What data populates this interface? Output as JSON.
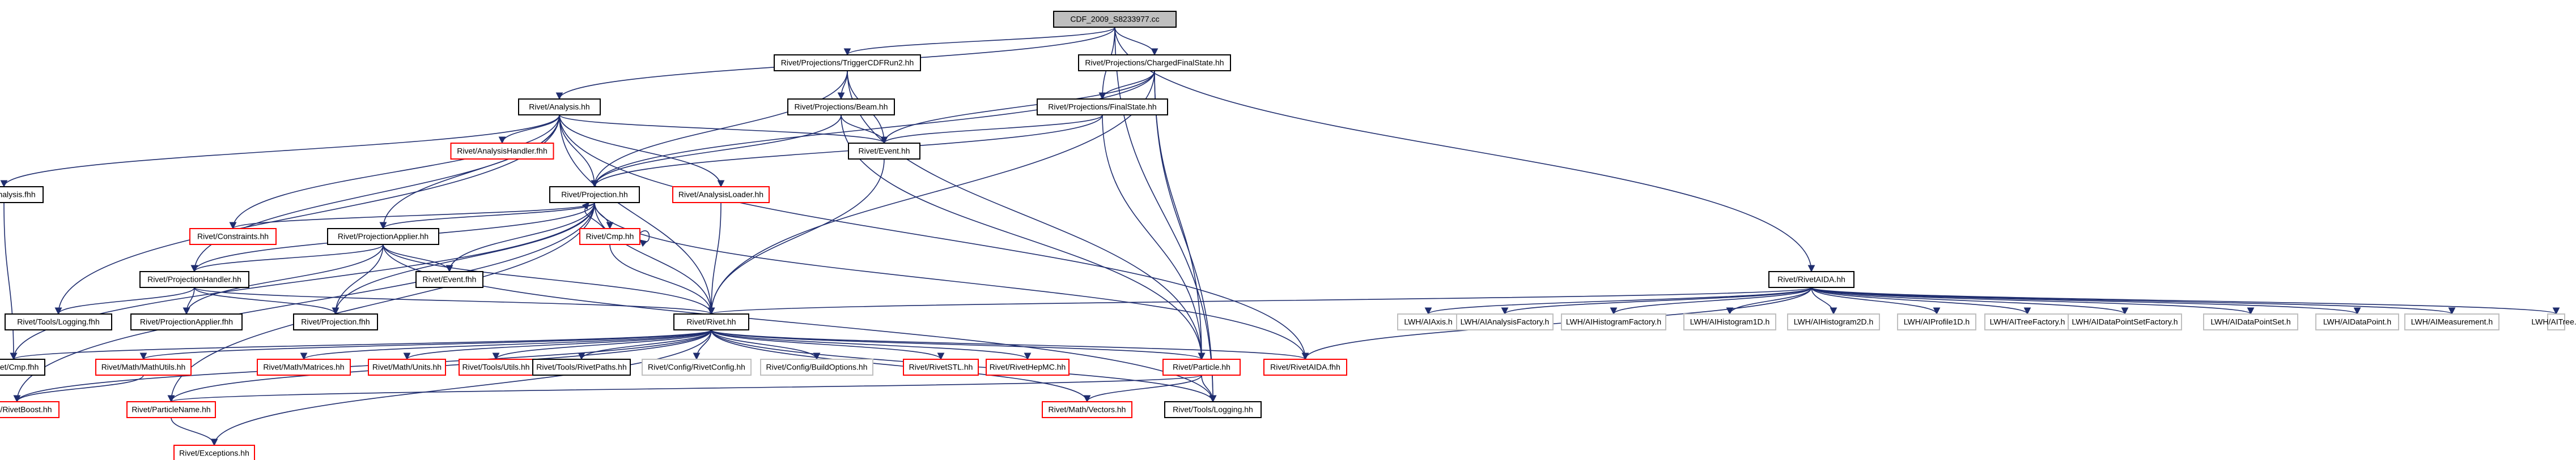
{
  "colors": {
    "root_fill": "#bfbfbf",
    "border_black": "#000000",
    "border_red": "#ff0000",
    "border_grey": "#bfbfbf",
    "edge": "#1f2d6e"
  },
  "nodes": [
    {
      "id": "root",
      "label": "CDF_2009_S8233977.cc",
      "style": "root"
    },
    {
      "id": "trigger",
      "label": "Rivet/Projections/TriggerCDFRun2.hh",
      "style": "black"
    },
    {
      "id": "cfs",
      "label": "Rivet/Projections/ChargedFinalState.hh",
      "style": "black"
    },
    {
      "id": "analysis",
      "label": "Rivet/Analysis.hh",
      "style": "black"
    },
    {
      "id": "beam",
      "label": "Rivet/Projections/Beam.hh",
      "style": "black"
    },
    {
      "id": "fs",
      "label": "Rivet/Projections/FinalState.hh",
      "style": "black"
    },
    {
      "id": "analysisfhh",
      "label": "Rivet/Analysis.fhh",
      "style": "black"
    },
    {
      "id": "handlerfhh",
      "label": "Rivet/AnalysisHandler.fhh",
      "style": "red"
    },
    {
      "id": "event",
      "label": "Rivet/Event.hh",
      "style": "black"
    },
    {
      "id": "projection",
      "label": "Rivet/Projection.hh",
      "style": "black"
    },
    {
      "id": "loader",
      "label": "Rivet/AnalysisLoader.hh",
      "style": "red"
    },
    {
      "id": "constraints",
      "label": "Rivet/Constraints.hh",
      "style": "red"
    },
    {
      "id": "projapplier",
      "label": "Rivet/ProjectionApplier.hh",
      "style": "black"
    },
    {
      "id": "cmp",
      "label": "Rivet/Cmp.hh",
      "style": "red"
    },
    {
      "id": "projhandler",
      "label": "Rivet/ProjectionHandler.hh",
      "style": "black"
    },
    {
      "id": "eventfhh",
      "label": "Rivet/Event.fhh",
      "style": "black"
    },
    {
      "id": "toolslogfhh",
      "label": "Rivet/Tools/Logging.fhh",
      "style": "black"
    },
    {
      "id": "projapplierfhh",
      "label": "Rivet/ProjectionApplier.fhh",
      "style": "black"
    },
    {
      "id": "projfhh",
      "label": "Rivet/Projection.fhh",
      "style": "black"
    },
    {
      "id": "rivethh",
      "label": "Rivet/Rivet.hh",
      "style": "black"
    },
    {
      "id": "rivetaida",
      "label": "Rivet/RivetAIDA.hh",
      "style": "black"
    },
    {
      "id": "cmpfhh",
      "label": "Rivet/Cmp.fhh",
      "style": "black"
    },
    {
      "id": "mathutils",
      "label": "Rivet/Math/MathUtils.hh",
      "style": "red"
    },
    {
      "id": "matrices",
      "label": "Rivet/Math/Matrices.hh",
      "style": "red"
    },
    {
      "id": "units",
      "label": "Rivet/Math/Units.hh",
      "style": "red"
    },
    {
      "id": "toolsutils",
      "label": "Rivet/Tools/Utils.hh",
      "style": "red"
    },
    {
      "id": "rivetpaths",
      "label": "Rivet/Tools/RivetPaths.hh",
      "style": "black"
    },
    {
      "id": "rivetconfig",
      "label": "Rivet/Config/RivetConfig.hh",
      "style": "grey"
    },
    {
      "id": "buildoptions",
      "label": "Rivet/Config/BuildOptions.hh",
      "style": "grey"
    },
    {
      "id": "rivetstl",
      "label": "Rivet/RivetSTL.hh",
      "style": "red"
    },
    {
      "id": "rivethepmc",
      "label": "Rivet/RivetHepMC.hh",
      "style": "red"
    },
    {
      "id": "particle",
      "label": "Rivet/Particle.hh",
      "style": "red"
    },
    {
      "id": "rivetaidafhh",
      "label": "Rivet/RivetAIDA.fhh",
      "style": "red"
    },
    {
      "id": "rivetboost",
      "label": "Rivet/RivetBoost.hh",
      "style": "red"
    },
    {
      "id": "particlename",
      "label": "Rivet/ParticleName.hh",
      "style": "red"
    },
    {
      "id": "vectors",
      "label": "Rivet/Math/Vectors.hh",
      "style": "red"
    },
    {
      "id": "toolslogging",
      "label": "Rivet/Tools/Logging.hh",
      "style": "black"
    },
    {
      "id": "exceptions",
      "label": "Rivet/Exceptions.hh",
      "style": "red"
    },
    {
      "id": "laxis",
      "label": "LWH/AIAxis.h",
      "style": "grey"
    },
    {
      "id": "lanalysisfactory",
      "label": "LWH/AIAnalysisFactory.h",
      "style": "grey"
    },
    {
      "id": "lhistfactory",
      "label": "LWH/AIHistogramFactory.h",
      "style": "grey"
    },
    {
      "id": "lhist1d",
      "label": "LWH/AIHistogram1D.h",
      "style": "grey"
    },
    {
      "id": "lhist2d",
      "label": "LWH/AIHistogram2D.h",
      "style": "grey"
    },
    {
      "id": "lprofile1d",
      "label": "LWH/AIProfile1D.h",
      "style": "grey"
    },
    {
      "id": "ltreefactory",
      "label": "LWH/AITreeFactory.h",
      "style": "grey"
    },
    {
      "id": "ldpsfactory",
      "label": "LWH/AIDataPointSetFactory.h",
      "style": "grey"
    },
    {
      "id": "ldps",
      "label": "LWH/AIDataPointSet.h",
      "style": "grey"
    },
    {
      "id": "ldp",
      "label": "LWH/AIDataPoint.h",
      "style": "grey"
    },
    {
      "id": "lmeasurement",
      "label": "LWH/AIMeasurement.h",
      "style": "grey"
    },
    {
      "id": "ltree",
      "label": "LWH/AITree.h",
      "style": "grey"
    }
  ],
  "edges": [
    [
      "root",
      "trigger"
    ],
    [
      "root",
      "cfs"
    ],
    [
      "root",
      "analysis"
    ],
    [
      "root",
      "fs"
    ],
    [
      "root",
      "rivetaida"
    ],
    [
      "root",
      "toolslogging"
    ],
    [
      "trigger",
      "beam"
    ],
    [
      "trigger",
      "event"
    ],
    [
      "trigger",
      "projection"
    ],
    [
      "trigger",
      "particle"
    ],
    [
      "cfs",
      "fs"
    ],
    [
      "cfs",
      "event"
    ],
    [
      "cfs",
      "projection"
    ],
    [
      "cfs",
      "particle"
    ],
    [
      "cfs",
      "rivethh"
    ],
    [
      "cfs",
      "toolslogging"
    ],
    [
      "analysis",
      "analysisfhh"
    ],
    [
      "analysis",
      "handlerfhh"
    ],
    [
      "analysis",
      "event"
    ],
    [
      "analysis",
      "projection"
    ],
    [
      "analysis",
      "loader"
    ],
    [
      "analysis",
      "constraints"
    ],
    [
      "analysis",
      "projapplier"
    ],
    [
      "analysis",
      "projhandler"
    ],
    [
      "analysis",
      "toolslogfhh"
    ],
    [
      "analysis",
      "rivethh"
    ],
    [
      "analysis",
      "rivetaidafhh"
    ],
    [
      "beam",
      "event"
    ],
    [
      "beam",
      "projection"
    ],
    [
      "beam",
      "particle"
    ],
    [
      "fs",
      "event"
    ],
    [
      "fs",
      "projection"
    ],
    [
      "fs",
      "particle"
    ],
    [
      "analysisfhh",
      "cmpfhh"
    ],
    [
      "event",
      "rivethh"
    ],
    [
      "projection",
      "constraints"
    ],
    [
      "projection",
      "projapplier"
    ],
    [
      "projection",
      "cmp"
    ],
    [
      "projection",
      "projhandler"
    ],
    [
      "projection",
      "eventfhh"
    ],
    [
      "projection",
      "projfhh"
    ],
    [
      "projection",
      "rivethh"
    ],
    [
      "projection",
      "particlename"
    ],
    [
      "projection",
      "cmpfhh"
    ],
    [
      "projection",
      "rivetaidafhh"
    ],
    [
      "projection",
      "rivetboost"
    ],
    [
      "loader",
      "rivethh"
    ],
    [
      "cmp",
      "projection"
    ],
    [
      "cmp",
      "cmp"
    ],
    [
      "cmp",
      "rivethh"
    ],
    [
      "projapplier",
      "projhandler"
    ],
    [
      "projapplier",
      "eventfhh"
    ],
    [
      "projapplier",
      "projapplierfhh"
    ],
    [
      "projapplier",
      "projfhh"
    ],
    [
      "projapplier",
      "rivethh"
    ],
    [
      "projapplier",
      "toolslogging"
    ],
    [
      "projhandler",
      "toolslogfhh"
    ],
    [
      "projhandler",
      "projapplierfhh"
    ],
    [
      "projhandler",
      "projfhh"
    ],
    [
      "projhandler",
      "rivethh"
    ],
    [
      "rivethh",
      "cmpfhh"
    ],
    [
      "rivethh",
      "mathutils"
    ],
    [
      "rivethh",
      "matrices"
    ],
    [
      "rivethh",
      "units"
    ],
    [
      "rivethh",
      "toolsutils"
    ],
    [
      "rivethh",
      "rivetpaths"
    ],
    [
      "rivethh",
      "rivetconfig"
    ],
    [
      "rivethh",
      "buildoptions"
    ],
    [
      "rivethh",
      "rivetstl"
    ],
    [
      "rivethh",
      "rivethepmc"
    ],
    [
      "rivethh",
      "particle"
    ],
    [
      "rivethh",
      "rivetaidafhh"
    ],
    [
      "rivethh",
      "rivetboost"
    ],
    [
      "rivethh",
      "particlename"
    ],
    [
      "rivethh",
      "exceptions"
    ],
    [
      "rivethh",
      "toolslogging"
    ],
    [
      "rivethh",
      "vectors"
    ],
    [
      "rivetaida",
      "rivethh"
    ],
    [
      "rivetaida",
      "rivetaidafhh"
    ],
    [
      "rivetaida",
      "laxis"
    ],
    [
      "rivetaida",
      "lanalysisfactory"
    ],
    [
      "rivetaida",
      "lhistfactory"
    ],
    [
      "rivetaida",
      "lhist1d"
    ],
    [
      "rivetaida",
      "lhist2d"
    ],
    [
      "rivetaida",
      "lprofile1d"
    ],
    [
      "rivetaida",
      "ltreefactory"
    ],
    [
      "rivetaida",
      "ldpsfactory"
    ],
    [
      "rivetaida",
      "ldps"
    ],
    [
      "rivetaida",
      "ldp"
    ],
    [
      "rivetaida",
      "lmeasurement"
    ],
    [
      "rivetaida",
      "ltree"
    ],
    [
      "mathutils",
      "rivetboost"
    ],
    [
      "particle",
      "particlename"
    ],
    [
      "particle",
      "vectors"
    ],
    [
      "particle",
      "toolslogging"
    ],
    [
      "particlename",
      "exceptions"
    ]
  ]
}
